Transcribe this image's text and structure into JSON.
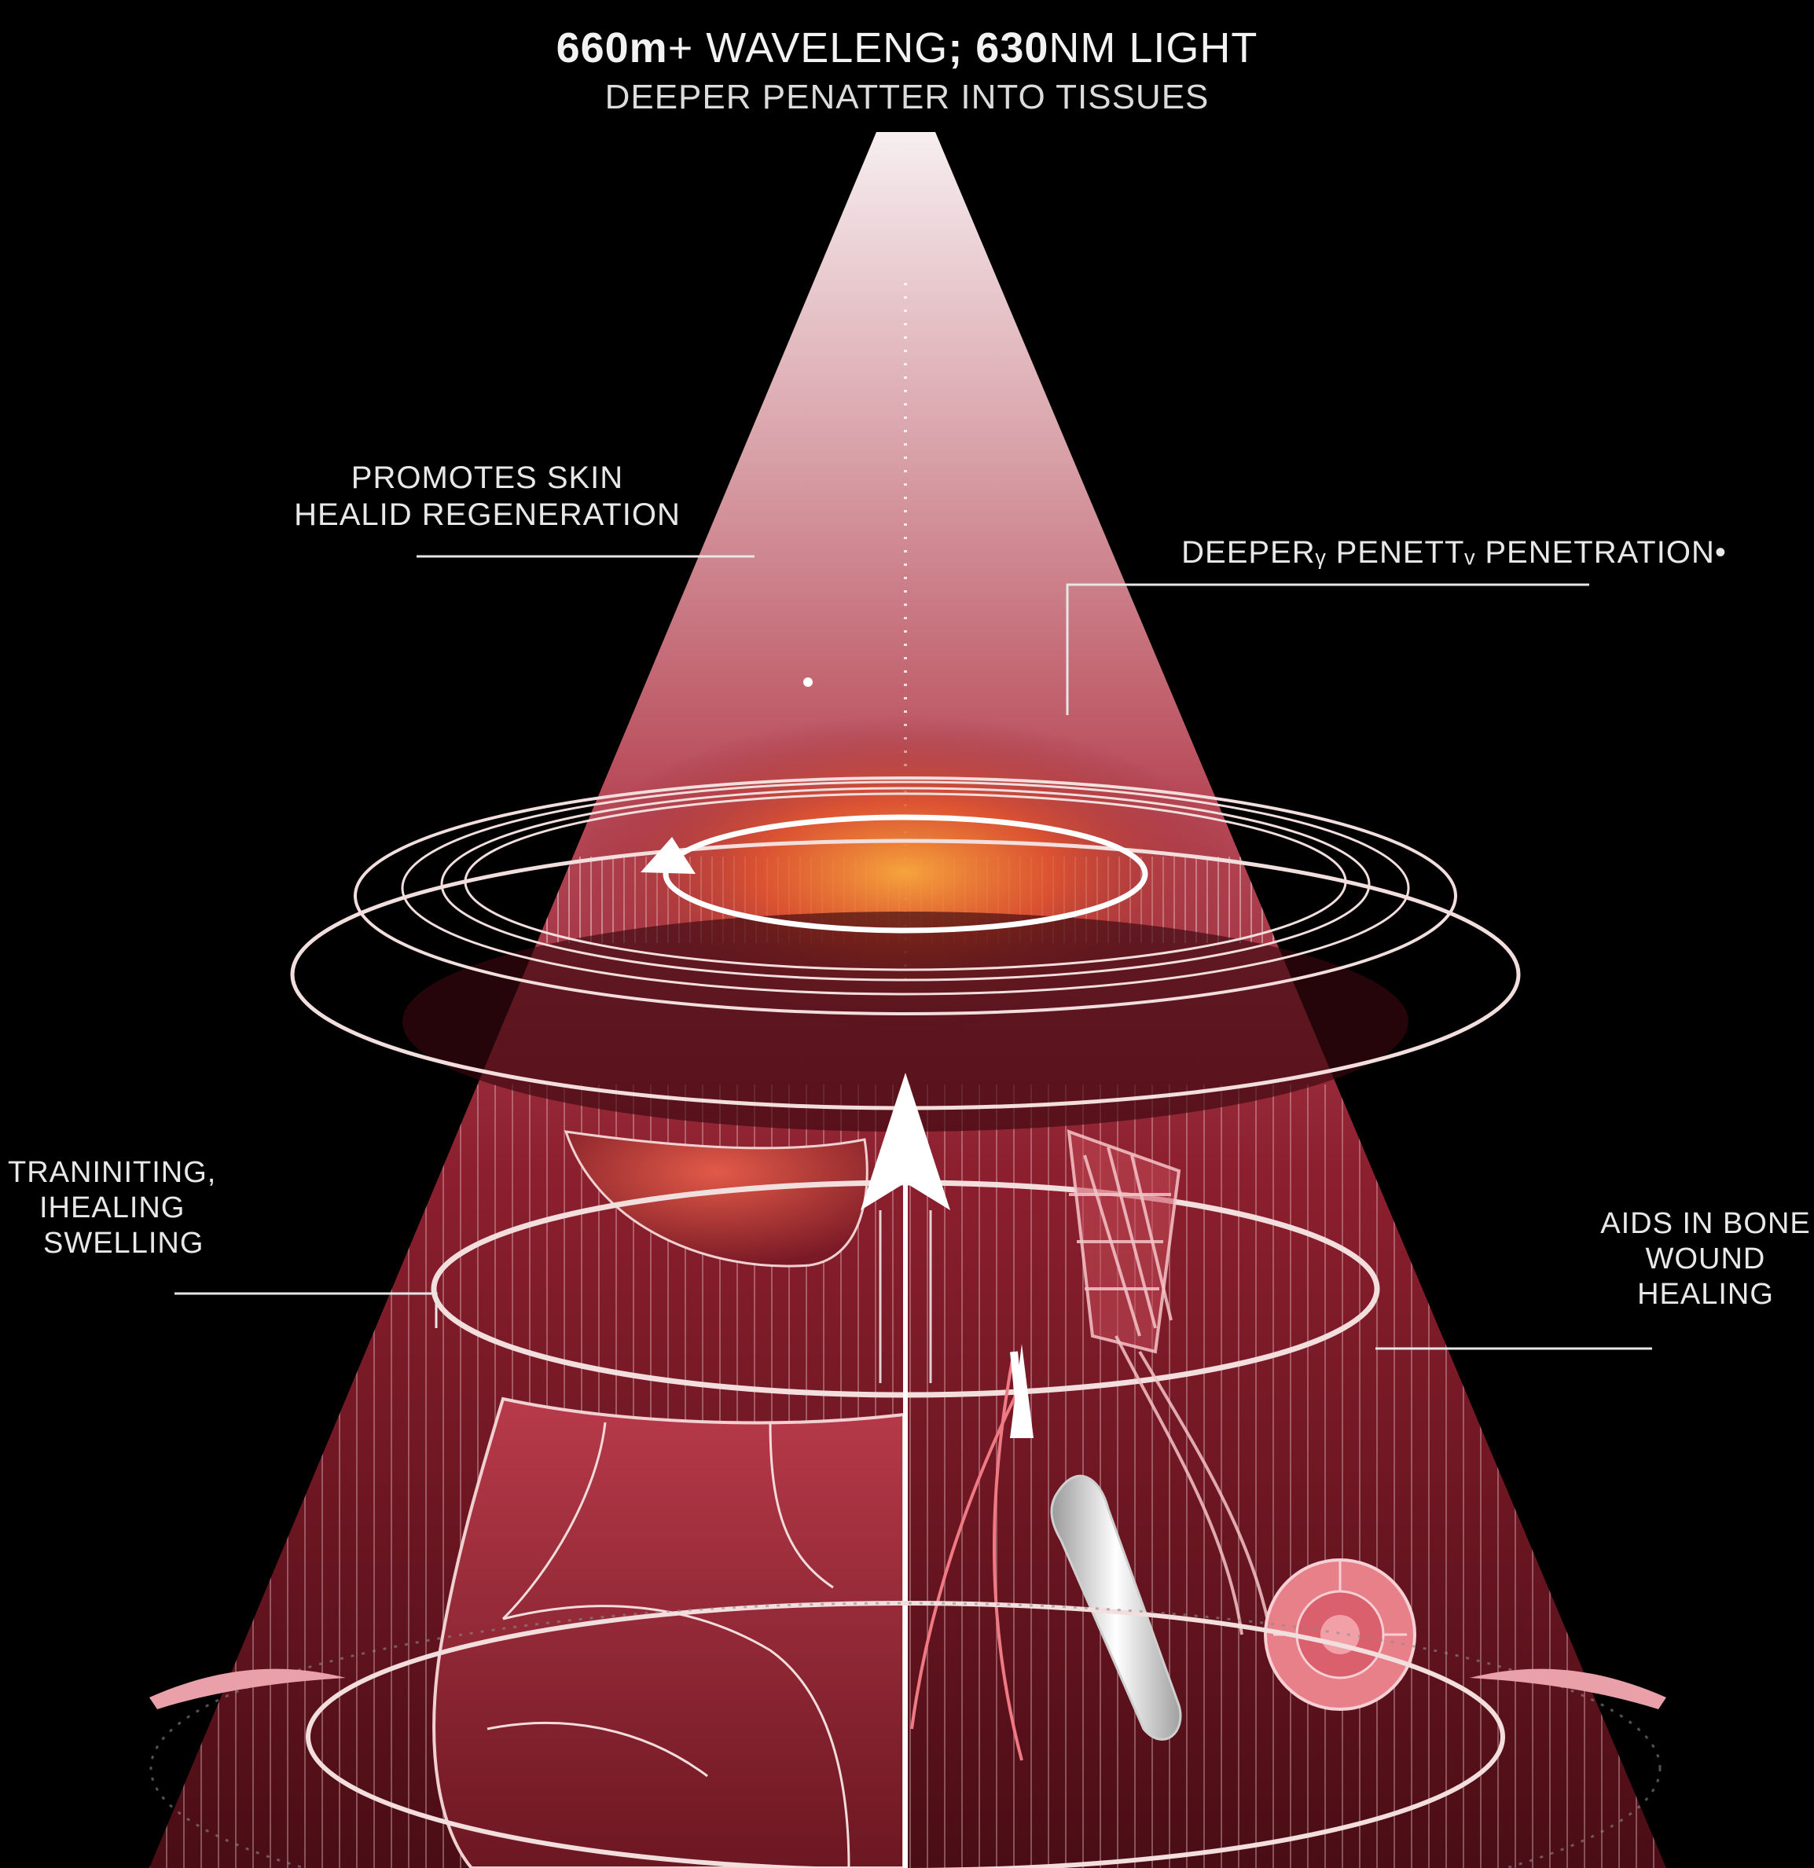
{
  "header": {
    "title_a": "660m",
    "title_b": "+ WAVELENG",
    "title_c": "; 630",
    "title_d": "NM LIGHT",
    "subtitle": "DEEPER PENATTER INTO TISSUES"
  },
  "callouts": {
    "skin_line1": "PROMOTES SKIN",
    "skin_line2": "HEALID REGENERATION",
    "penetration": "DEEPERᵧ PENETTᵥ PENETRATION•",
    "swelling_line1": "TRANINITING,",
    "swelling_line2": "IHEALING",
    "swelling_line3": "SWELLING",
    "bone_line1": "AIDS IN BONE",
    "bone_line2": "WOUND",
    "bone_line3": "HEALING"
  },
  "colors": {
    "background": "#000000",
    "beam_top": "#f4e6e8",
    "beam_mid": "#b83a4a",
    "beam_dark": "#6a1420",
    "core_glow": "#f39a3a",
    "ring": "#f0e0e0",
    "tissue": "#a8323e"
  },
  "icons": [
    "arrow-up-icon",
    "circular-arrow-icon",
    "bone-icon",
    "muscle-icon",
    "vessel-icon"
  ]
}
